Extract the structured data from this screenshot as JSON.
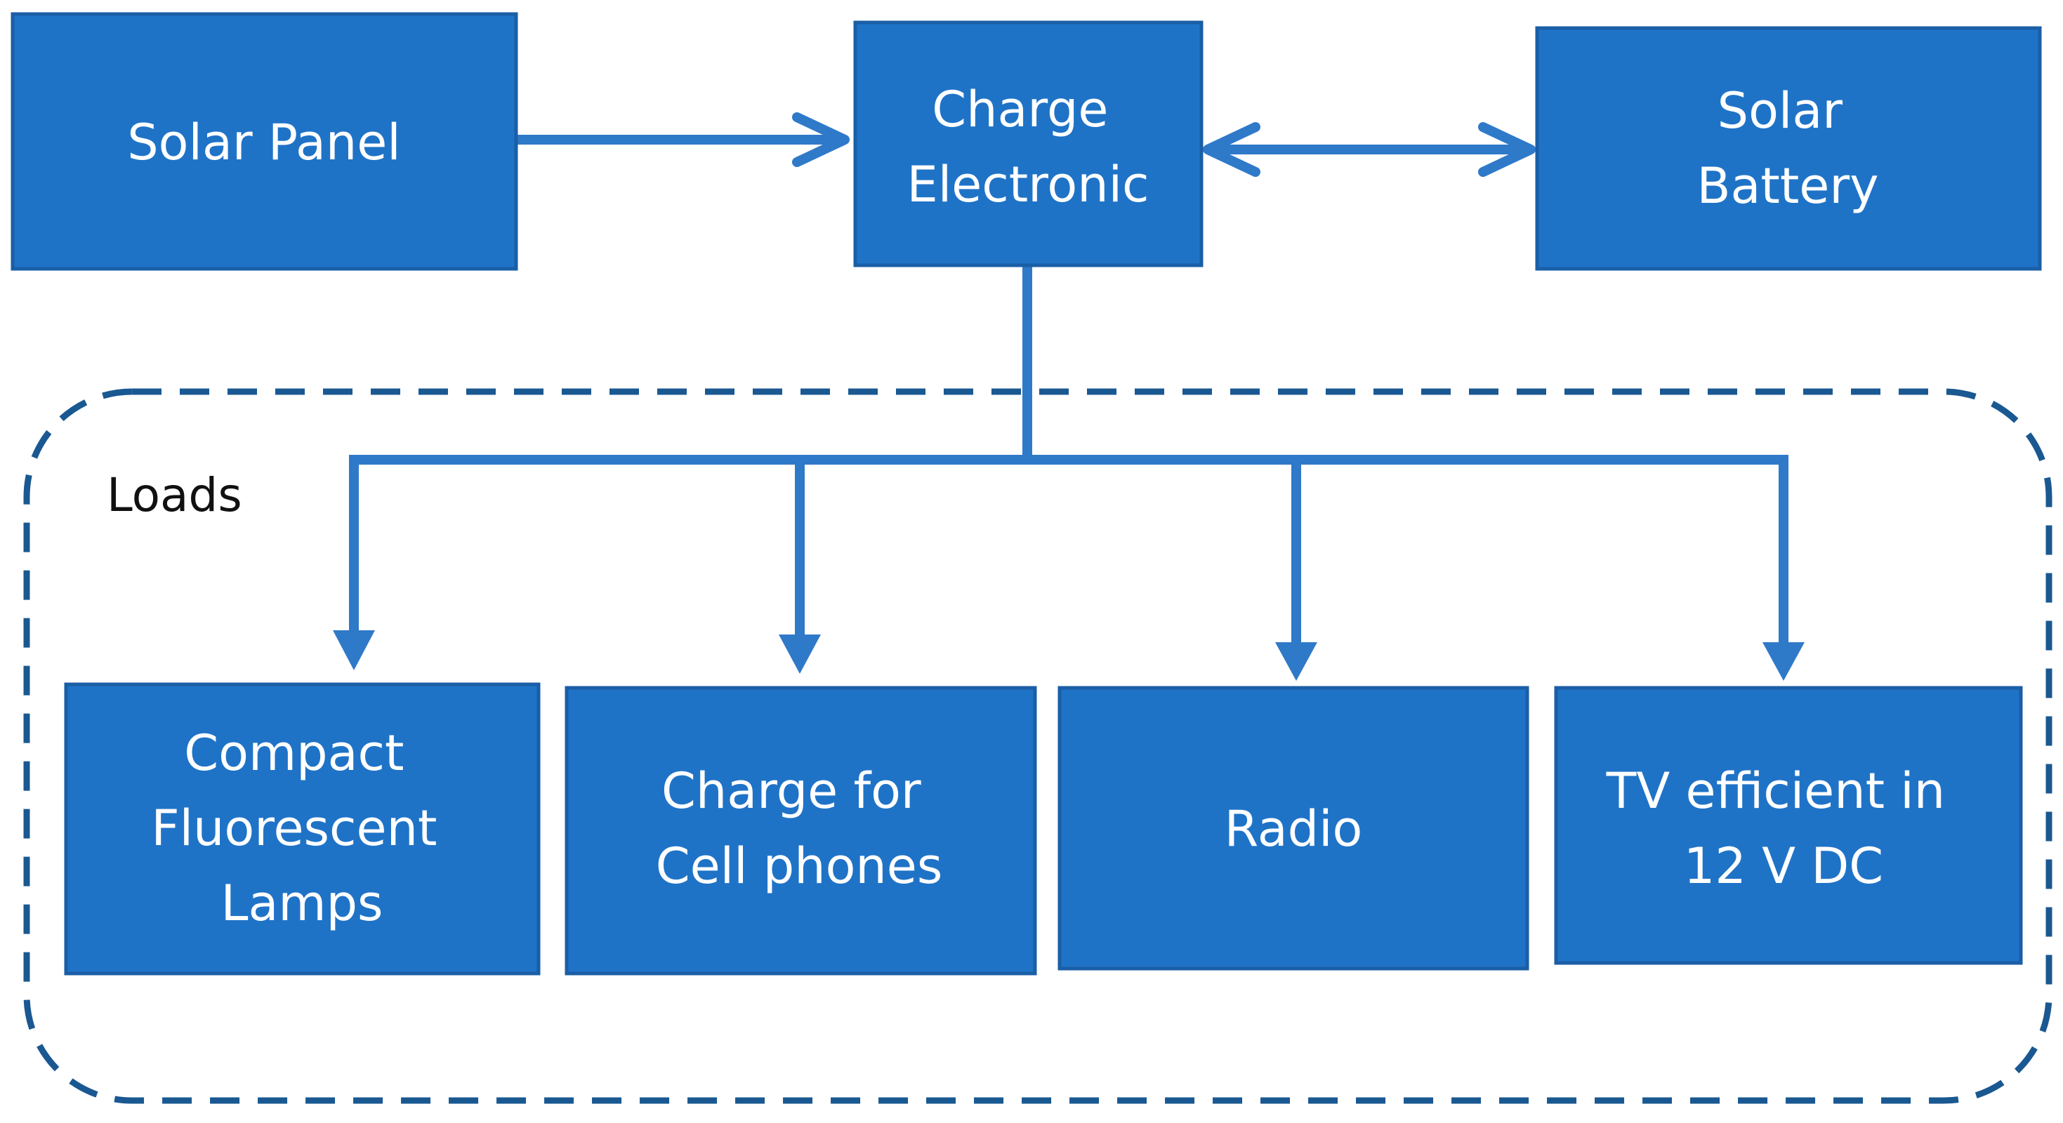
{
  "nodes": {
    "solar_panel": [
      "Solar Panel"
    ],
    "charge_electronic": [
      "Charge",
      "Electronic"
    ],
    "solar_battery": [
      "Solar",
      "Battery"
    ],
    "cfl": [
      "Compact",
      "Fluorescent",
      "Lamps"
    ],
    "cell_phones": [
      "Charge for",
      "Cell phones"
    ],
    "radio": [
      "Radio"
    ],
    "tv": [
      "TV efficient in",
      "12 V DC"
    ]
  },
  "group": {
    "label": "Loads"
  },
  "colors": {
    "box_fill": "#1f73c7",
    "box_border": "#1a5ea6",
    "connector": "#2f79c9",
    "group_border": "#1a5891",
    "box_text": "#ffffff"
  },
  "edges": [
    {
      "from": "solar_panel",
      "to": "charge_electronic",
      "direction": "one-way"
    },
    {
      "from": "charge_electronic",
      "to": "solar_battery",
      "direction": "two-way"
    },
    {
      "from": "charge_electronic",
      "to": "cfl",
      "direction": "one-way"
    },
    {
      "from": "charge_electronic",
      "to": "cell_phones",
      "direction": "one-way"
    },
    {
      "from": "charge_electronic",
      "to": "radio",
      "direction": "one-way"
    },
    {
      "from": "charge_electronic",
      "to": "tv",
      "direction": "one-way"
    }
  ]
}
